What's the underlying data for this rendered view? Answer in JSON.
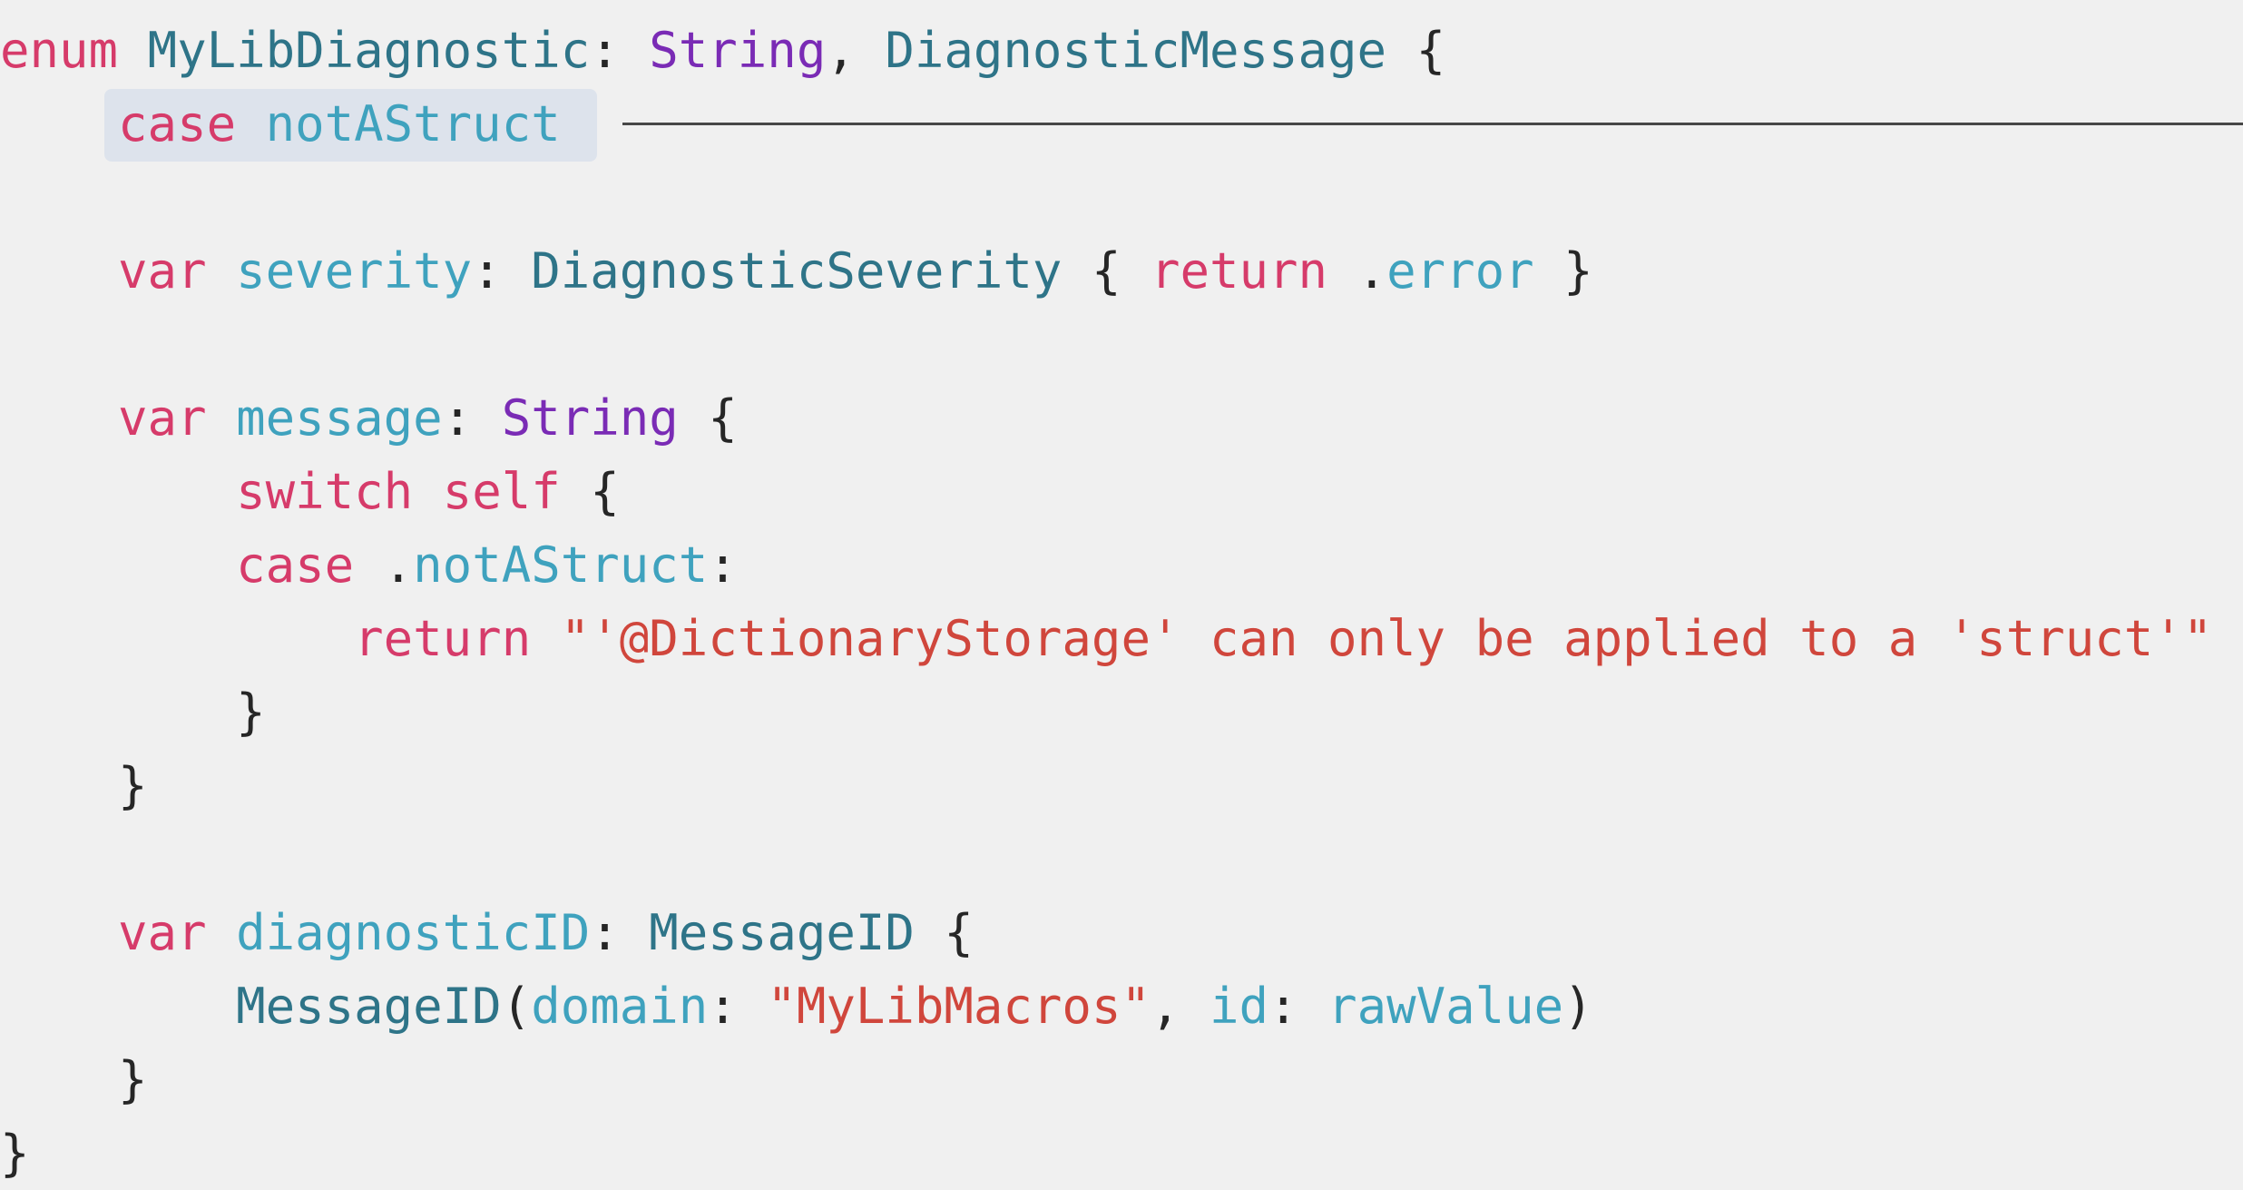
{
  "editor": {
    "lines": [
      {
        "tokens": [
          {
            "t": "enum",
            "k": "kw"
          },
          {
            "t": " ",
            "k": "pn"
          },
          {
            "t": "MyLibDiagnostic",
            "k": "ty"
          },
          {
            "t": ": ",
            "k": "pn"
          },
          {
            "t": "String",
            "k": "sy"
          },
          {
            "t": ", ",
            "k": "pn"
          },
          {
            "t": "DiagnosticMessage",
            "k": "ty"
          },
          {
            "t": " {",
            "k": "pn"
          }
        ]
      },
      {
        "tokens": [
          {
            "t": "    ",
            "k": "pn"
          },
          {
            "t": "case",
            "k": "kw"
          },
          {
            "t": " ",
            "k": "pn"
          },
          {
            "t": "notAStruct",
            "k": "id"
          }
        ]
      },
      {
        "tokens": []
      },
      {
        "tokens": [
          {
            "t": "    ",
            "k": "pn"
          },
          {
            "t": "var",
            "k": "kw"
          },
          {
            "t": " ",
            "k": "pn"
          },
          {
            "t": "severity",
            "k": "id"
          },
          {
            "t": ": ",
            "k": "pn"
          },
          {
            "t": "DiagnosticSeverity",
            "k": "ty"
          },
          {
            "t": " { ",
            "k": "pn"
          },
          {
            "t": "return",
            "k": "kw"
          },
          {
            "t": " .",
            "k": "pn"
          },
          {
            "t": "error",
            "k": "id"
          },
          {
            "t": " }",
            "k": "pn"
          }
        ]
      },
      {
        "tokens": []
      },
      {
        "tokens": [
          {
            "t": "    ",
            "k": "pn"
          },
          {
            "t": "var",
            "k": "kw"
          },
          {
            "t": " ",
            "k": "pn"
          },
          {
            "t": "message",
            "k": "id"
          },
          {
            "t": ": ",
            "k": "pn"
          },
          {
            "t": "String",
            "k": "sy"
          },
          {
            "t": " {",
            "k": "pn"
          }
        ]
      },
      {
        "tokens": [
          {
            "t": "        ",
            "k": "pn"
          },
          {
            "t": "switch",
            "k": "kw"
          },
          {
            "t": " ",
            "k": "pn"
          },
          {
            "t": "self",
            "k": "kw"
          },
          {
            "t": " {",
            "k": "pn"
          }
        ]
      },
      {
        "tokens": [
          {
            "t": "        ",
            "k": "pn"
          },
          {
            "t": "case",
            "k": "kw"
          },
          {
            "t": " .",
            "k": "pn"
          },
          {
            "t": "notAStruct",
            "k": "id"
          },
          {
            "t": ":",
            "k": "pn"
          }
        ]
      },
      {
        "tokens": [
          {
            "t": "            ",
            "k": "pn"
          },
          {
            "t": "return",
            "k": "kw"
          },
          {
            "t": " ",
            "k": "pn"
          },
          {
            "t": "\"'@DictionaryStorage' can only be applied to a 'struct'\"",
            "k": "st"
          }
        ]
      },
      {
        "tokens": [
          {
            "t": "        }",
            "k": "pn"
          }
        ]
      },
      {
        "tokens": [
          {
            "t": "    }",
            "k": "pn"
          }
        ]
      },
      {
        "tokens": []
      },
      {
        "tokens": [
          {
            "t": "    ",
            "k": "pn"
          },
          {
            "t": "var",
            "k": "kw"
          },
          {
            "t": " ",
            "k": "pn"
          },
          {
            "t": "diagnosticID",
            "k": "id"
          },
          {
            "t": ": ",
            "k": "pn"
          },
          {
            "t": "MessageID",
            "k": "ty"
          },
          {
            "t": " {",
            "k": "pn"
          }
        ]
      },
      {
        "tokens": [
          {
            "t": "        ",
            "k": "pn"
          },
          {
            "t": "MessageID",
            "k": "ty"
          },
          {
            "t": "(",
            "k": "pn"
          },
          {
            "t": "domain",
            "k": "id"
          },
          {
            "t": ": ",
            "k": "pn"
          },
          {
            "t": "\"MyLibMacros\"",
            "k": "st"
          },
          {
            "t": ", ",
            "k": "pn"
          },
          {
            "t": "id",
            "k": "id"
          },
          {
            "t": ": ",
            "k": "pn"
          },
          {
            "t": "rawValue",
            "k": "id"
          },
          {
            "t": ")",
            "k": "pn"
          }
        ]
      },
      {
        "tokens": [
          {
            "t": "    }",
            "k": "pn"
          }
        ]
      },
      {
        "tokens": [
          {
            "t": "}",
            "k": "pn"
          }
        ]
      }
    ]
  },
  "colors": {
    "background": "#f0f0f0",
    "keyword": "#d63b6a",
    "type": "#2e7488",
    "stdlib_type": "#7a2bb5",
    "identifier": "#3fa2be",
    "string": "#d0463c",
    "plain": "#262626",
    "line_highlight": "#dde3ec"
  }
}
